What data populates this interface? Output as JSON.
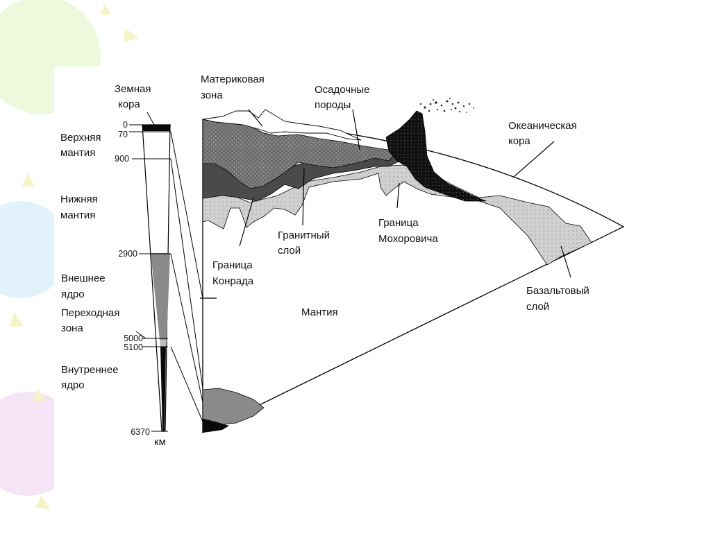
{
  "scale_labels": {
    "earth_crust_1": "Земная",
    "earth_crust_2": "кора",
    "upper_mantle_1": "Верхняя",
    "upper_mantle_2": "мантия",
    "lower_mantle_1": "Нижняя",
    "lower_mantle_2": "мантия",
    "outer_core_1": "Внешнее",
    "outer_core_2": "ядро",
    "transition_1": "Переходная",
    "transition_2": "зона",
    "inner_core_1": "Внутреннее",
    "inner_core_2": "ядро"
  },
  "depth_ticks": {
    "d0": "0",
    "d70": "70",
    "d900": "900",
    "d2900": "2900",
    "d5000": "5000",
    "d5100": "5100",
    "d6370": "6370",
    "unit": "км"
  },
  "section_labels": {
    "continental_1": "Материковая",
    "continental_2": "зона",
    "sedimentary_1": "Осадочные",
    "sedimentary_2": "породы",
    "oceanic_1": "Океаническая",
    "oceanic_2": "кора",
    "granite_1": "Гранитный",
    "granite_2": "слой",
    "moho_1": "Граница",
    "moho_2": "Мохоровича",
    "conrad_1": "Граница",
    "conrad_2": "Конрада",
    "mantle": "Мантия",
    "basalt_1": "Базальтовый",
    "basalt_2": "слой"
  },
  "colors": {
    "sedimentary": "#7a7a7a",
    "granite": "#4a4a4a",
    "basalt": "#c8c8c8",
    "volcano": "#111111",
    "core_outer": "#8a8a8a",
    "core_inner": "#0a0a0a"
  }
}
